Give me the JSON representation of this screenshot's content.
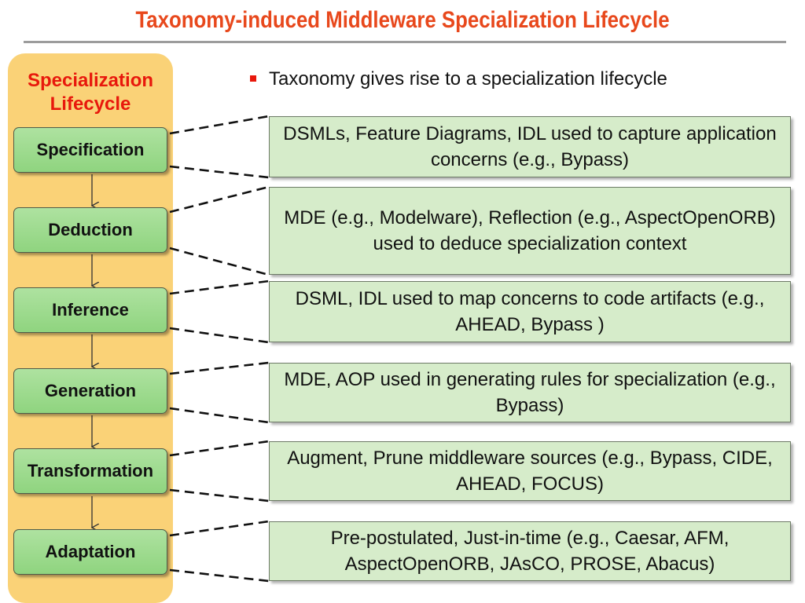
{
  "title": "Taxonomy-induced Middleware Specialization Lifecycle",
  "bullet": "Taxonomy gives rise to a specialization lifecycle",
  "lifecycle": {
    "label": "Specialization Lifecycle",
    "stages": [
      "Specification",
      "Deduction",
      "Inference",
      "Generation",
      "Transformation",
      "Adaptation"
    ]
  },
  "descriptions": [
    "DSMLs, Feature Diagrams, IDL used to capture application concerns (e.g., Bypass)",
    "MDE (e.g., Modelware), Reflection (e.g., AspectOpenORB) used to deduce specialization context",
    "DSML, IDL used to map concerns to code artifacts (e.g., AHEAD, Bypass )",
    "MDE, AOP used in generating rules for specialization (e.g., Bypass)",
    "Augment, Prune middleware sources (e.g., Bypass, CIDE, AHEAD, FOCUS)",
    "Pre-postulated, Just-in-time (e.g., Caesar, AFM, AspectOpenORB, JAsCO, PROSE, Abacus)"
  ],
  "colors": {
    "title": "#e8481c",
    "lane": "#fad277",
    "stage": "#99d88a",
    "description": "#d6ecca"
  }
}
